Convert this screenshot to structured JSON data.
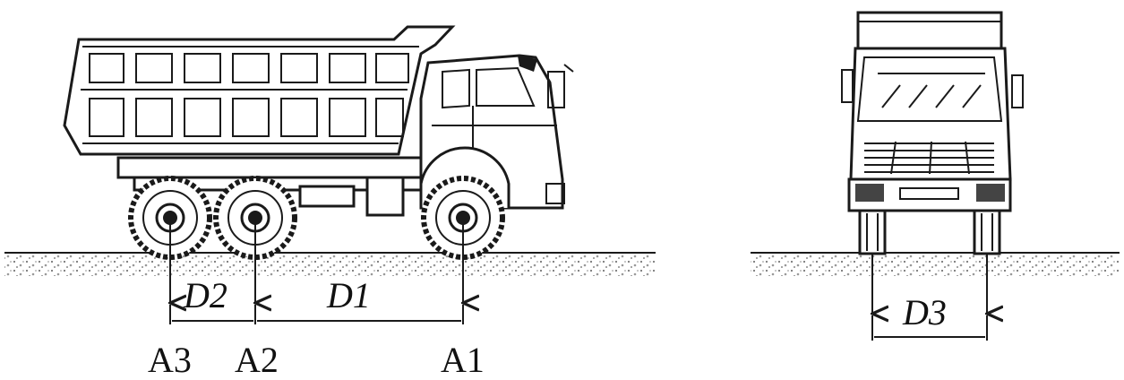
{
  "side_view": {
    "axle_labels": [
      "A3",
      "A2",
      "A1"
    ],
    "dimension_labels": [
      "D2",
      "D1"
    ]
  },
  "front_view": {
    "dimension_labels": [
      "D3"
    ]
  },
  "colors": {
    "ink": "#1a1a1a",
    "ground": "#8a8a8a",
    "background": "#ffffff"
  }
}
